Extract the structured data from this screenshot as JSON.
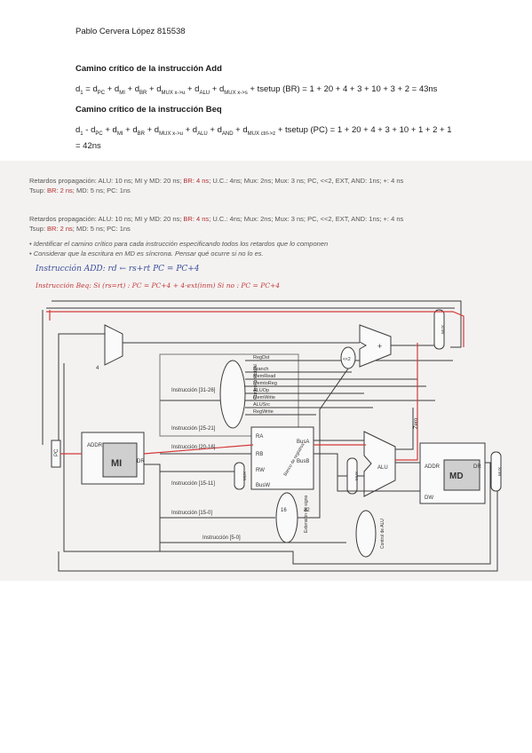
{
  "author": "Pablo Cervera López 815538",
  "add": {
    "heading": "Camino crítico de la instrucción Add",
    "eq_lhs": "d",
    "eq_lhs_sub": "1",
    "eq_a": " = d",
    "s1": "PC",
    "eq_b": " + d",
    "s2": "MI",
    "eq_c": " + d",
    "s3": "BR",
    "eq_d": " + d",
    "s4": "MUX x->u",
    "eq_e": " + d",
    "s5": "ALU",
    "eq_f": " + d",
    "s6": "MUX x->s",
    "eq_g": " + tsetup (BR) = 1 + 20 + 4 + 3 + 10 + 3 + 2 = 43ns"
  },
  "beq": {
    "heading": "Camino crítico de la instrucción Beq",
    "eq_lhs": "d",
    "eq_lhs_sub": "1",
    "eq_a": " - d",
    "s1": "PC",
    "eq_b": " + d",
    "s2": "MI",
    "eq_c": " + d",
    "s3": "BR",
    "eq_d": " + d",
    "s4": "MUX x->u",
    "eq_e": " + d",
    "s5": "ALU",
    "eq_f": " + d",
    "s6": "AND",
    "eq_g": " + d",
    "s7": "MUX ctrl->z",
    "eq_h": " + tsetup (PC) = 1 + 20 + 4 + 3 + 10 + 1 + 2 + 1",
    "eq_line2": "= 42ns"
  },
  "photo": {
    "line1a": "Retardos propagación: ALU: 10 ns; MI y MD: 20 ns; ",
    "line1b": "BR: 4 ns",
    "line1c": "; U.C.: 4ns; Mux",
    "line1d": ": 2ns; Mux",
    "line1e": ": 3 ns; PC, <<2, EXT, AND: 1ns; +: 4 ns",
    "line2a": "Tsup: ",
    "line2b": "BR: 2 ns",
    "line2c": "; MD: 5 ns; PC: 1ns",
    "line3a": "Retardos propagación: ALU: 10 ns; MI y MD: 20 ns; ",
    "line3b": "BR: 4 ns",
    "line3c": "; U.C.: 4ns; Mux",
    "line3d": ": 2ns; Mux",
    "line3e": ": 3 ns; PC, <<2, EXT, AND: 1ns; +: 4 ns",
    "line4a": "Tsup: ",
    "line4b": "BR: 2 ns",
    "line4c": "; MD: 5 ns; PC: 1ns",
    "bullet1": "• Identificar el camino crítico para cada instrucción especificando todos los retardos que lo componen",
    "bullet2": "• Considerar que la escritura en MD es síncrona. Pensar qué ocurre si no lo es.",
    "hand1": "Instrucción ADD:  rd ← rs+rt   PC = PC+4",
    "hand2": "Instrucción Beq:   Si (rs=rt) : PC = PC+4 + 4·ext(inm)     Si no : PC = PC+4"
  },
  "diagram": {
    "pc": "PC",
    "mi": "MI",
    "md": "MD",
    "alu": "ALU",
    "adder": "+",
    "sll": "<<2",
    "four": "4",
    "zero": "Zero",
    "control": "Control principal",
    "ext": "Extensión de signo",
    "aluctrl": "Control de ALU",
    "banco": "Banco de registros",
    "mux": "MUX",
    "adr": "ADDR",
    "dr": "DR",
    "dw": "DW",
    "ra": "RA",
    "rb": "RB",
    "rw": "RW",
    "busw": "BusW",
    "busa": "BusA",
    "busb": "BusB",
    "n16": "16",
    "n32": "32",
    "signals": [
      "RegDst",
      "Branch",
      "MemRead",
      "MemtoReg",
      "ALUOp",
      "MemWrite",
      "ALUSrc",
      "RegWrite"
    ],
    "instr_all": "Instrucción [31-26]",
    "instr_2521": "Instrucción [25-21]",
    "instr_2016": "Instrucción [20-16]",
    "instr_1511": "Instrucción [15-11]",
    "instr_150": "Instrucción [15-0]",
    "instr_50": "Instrucción [5-0]"
  }
}
